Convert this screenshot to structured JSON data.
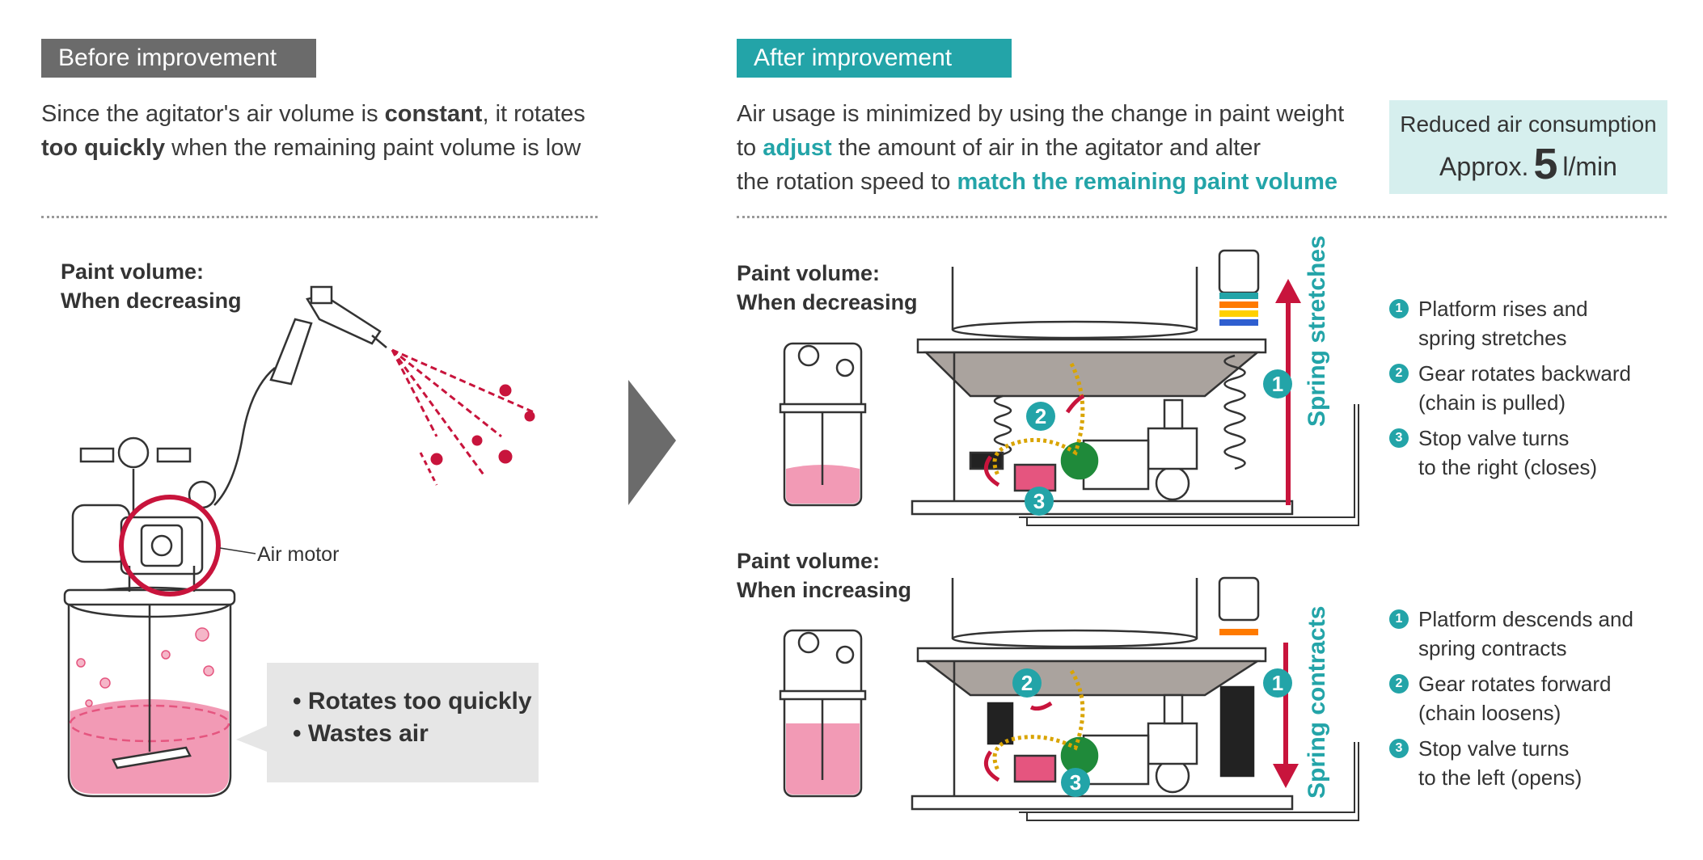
{
  "before": {
    "tag": "Before improvement",
    "desc_line1_a": "Since the agitator's air volume is ",
    "desc_line1_b": "constant",
    "desc_line1_c": ", it rotates",
    "desc_line2_a": "too quickly",
    "desc_line2_b": " when the remaining paint volume is low",
    "paint_label_1": "Paint volume:",
    "paint_label_2": "When decreasing",
    "air_motor": "Air motor",
    "callout": [
      "• Rotates too quickly",
      "• Wastes air"
    ]
  },
  "after": {
    "tag": "After improvement",
    "desc_line1": "Air usage is minimized by using the change in paint weight",
    "desc_line2_a": "to ",
    "desc_line2_b": "adjust",
    "desc_line2_c": " the amount of air in the agitator and alter",
    "desc_line3_a": "the rotation speed to ",
    "desc_line3_b": "match the remaining paint volume",
    "reduced_title": "Reduced air consumption",
    "reduced_prefix": "Approx.",
    "reduced_value": "5",
    "reduced_unit": "l/min",
    "decreasing": {
      "label_1": "Paint volume:",
      "label_2": "When decreasing",
      "arrow_label": "Spring stretches",
      "steps": [
        {
          "num": "1",
          "line1": "Platform rises and",
          "line2": "spring stretches"
        },
        {
          "num": "2",
          "line1": "Gear rotates backward",
          "line2": "(chain is pulled)"
        },
        {
          "num": "3",
          "line1": "Stop valve turns",
          "line2": "to the right (closes)"
        }
      ]
    },
    "increasing": {
      "label_1": "Paint volume:",
      "label_2": "When increasing",
      "arrow_label": "Spring contracts",
      "steps": [
        {
          "num": "1",
          "line1": "Platform descends and",
          "line2": "spring contracts"
        },
        {
          "num": "2",
          "line1": "Gear rotates forward",
          "line2": "(chain loosens)"
        },
        {
          "num": "3",
          "line1": "Stop valve turns",
          "line2": "to the left (opens)"
        }
      ]
    }
  },
  "colors": {
    "teal": "#23a4a8",
    "gray_tag": "#6b6b6b",
    "red": "#c8143c",
    "pink": "#e5557f",
    "green": "#1f8a3a"
  }
}
